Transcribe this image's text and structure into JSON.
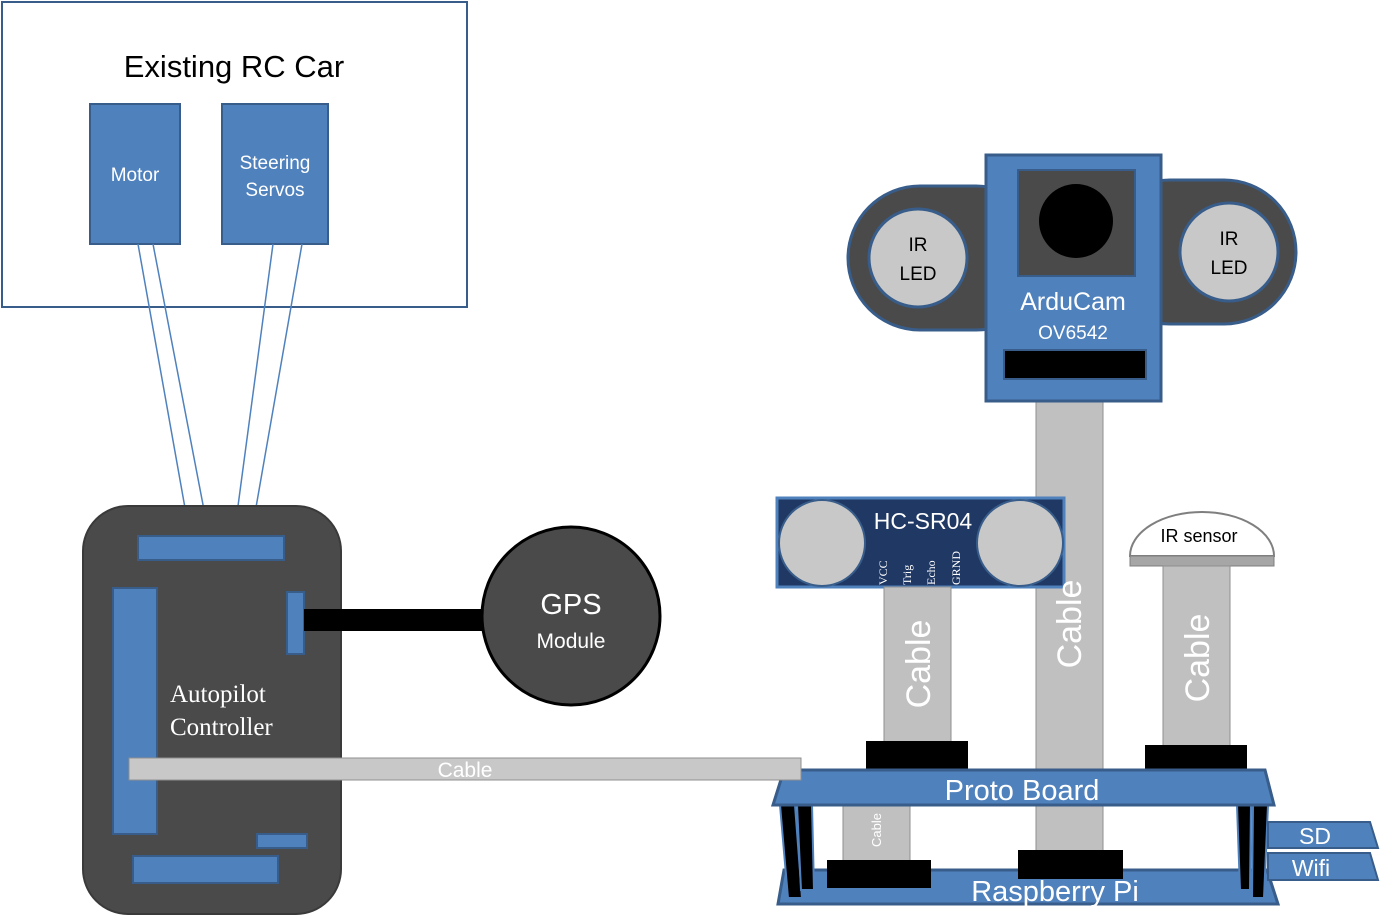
{
  "rc_car": {
    "title": "Existing RC Car",
    "motor": "Motor",
    "steering_line1": "Steering",
    "steering_line2": "Servos"
  },
  "autopilot": {
    "line1": "Autopilot",
    "line2": "Controller"
  },
  "gps": {
    "line1": "GPS",
    "line2": "Module"
  },
  "cables": {
    "autopilot_cable": "Cable",
    "sonar_cable": "Cable",
    "camera_cable": "Cable",
    "ir_cable": "Cable",
    "pi_cable": "Cable"
  },
  "sonar": {
    "name": "HC-SR04",
    "pin_vcc": "VCC",
    "pin_trig": "Trig",
    "pin_echo": "Echo",
    "pin_grnd": "GRND"
  },
  "ir_sensor": {
    "label": "IR sensor"
  },
  "camera": {
    "name": "ArduCam",
    "model": "OV6542",
    "left_led_line1": "IR",
    "left_led_line2": "LED",
    "right_led_line1": "IR",
    "right_led_line2": "LED"
  },
  "proto_board": {
    "label": "Proto Board"
  },
  "raspberry_pi": {
    "label": "Raspberry Pi",
    "sd": "SD",
    "wifi": "Wifi"
  },
  "colors": {
    "blue": "#4f81bd",
    "blue_border": "#385d8a",
    "dark_gray": "#4a4a4a",
    "cable_gray": "#c0c0c0",
    "black": "#000000",
    "navy": "#1f3864"
  }
}
